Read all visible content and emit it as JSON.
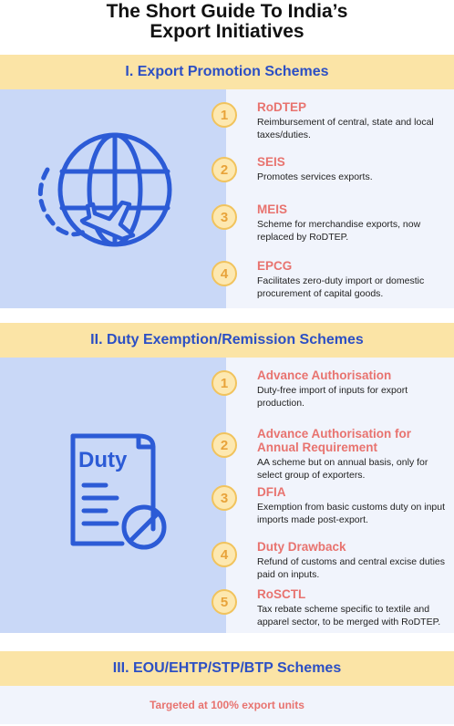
{
  "title": {
    "line1": "The Short Guide To India’s",
    "line2": "Export Initiatives"
  },
  "colors": {
    "band": "#fbe4a6",
    "heading": "#2c4fc4",
    "item_title": "#e8736f",
    "art_bg": "#c9d8f7",
    "icon": "#2c5bd6"
  },
  "sections": [
    {
      "heading": "I. Export Promotion Schemes",
      "icon": "globe-plane-icon",
      "items": [
        {
          "num": "1",
          "title": "RoDTEP",
          "desc": "Reimbursement of central, state and local taxes/duties."
        },
        {
          "num": "2",
          "title": "SEIS",
          "desc": "Promotes services exports."
        },
        {
          "num": "3",
          "title": "MEIS",
          "desc": "Scheme for merchandise exports, now replaced by RoDTEP."
        },
        {
          "num": "4",
          "title": "EPCG",
          "desc": "Facilitates zero-duty import or domestic procurement of capital goods."
        }
      ]
    },
    {
      "heading": "II. Duty Exemption/Remission Schemes",
      "icon": "duty-document-icon",
      "icon_label": "Duty",
      "items": [
        {
          "num": "1",
          "title": "Advance Authorisation",
          "desc": "Duty-free import of inputs for export production."
        },
        {
          "num": "2",
          "title": "Advance Authorisation for Annual Requirement",
          "desc": "AA scheme but on annual basis, only for select group of exporters."
        },
        {
          "num": "3",
          "title": "DFIA",
          "desc": "Exemption from basic customs duty on input imports made post-export."
        },
        {
          "num": "4",
          "title": "Duty Drawback",
          "desc": "Refund of customs and central excise duties paid on inputs."
        },
        {
          "num": "5",
          "title": "RoSCTL",
          "desc": "Tax rebate scheme specific to textile and apparel sector, to be merged with RoDTEP."
        }
      ]
    },
    {
      "heading": "III. EOU/EHTP/STP/BTP Schemes",
      "note": "Targeted at 100% export units"
    }
  ]
}
